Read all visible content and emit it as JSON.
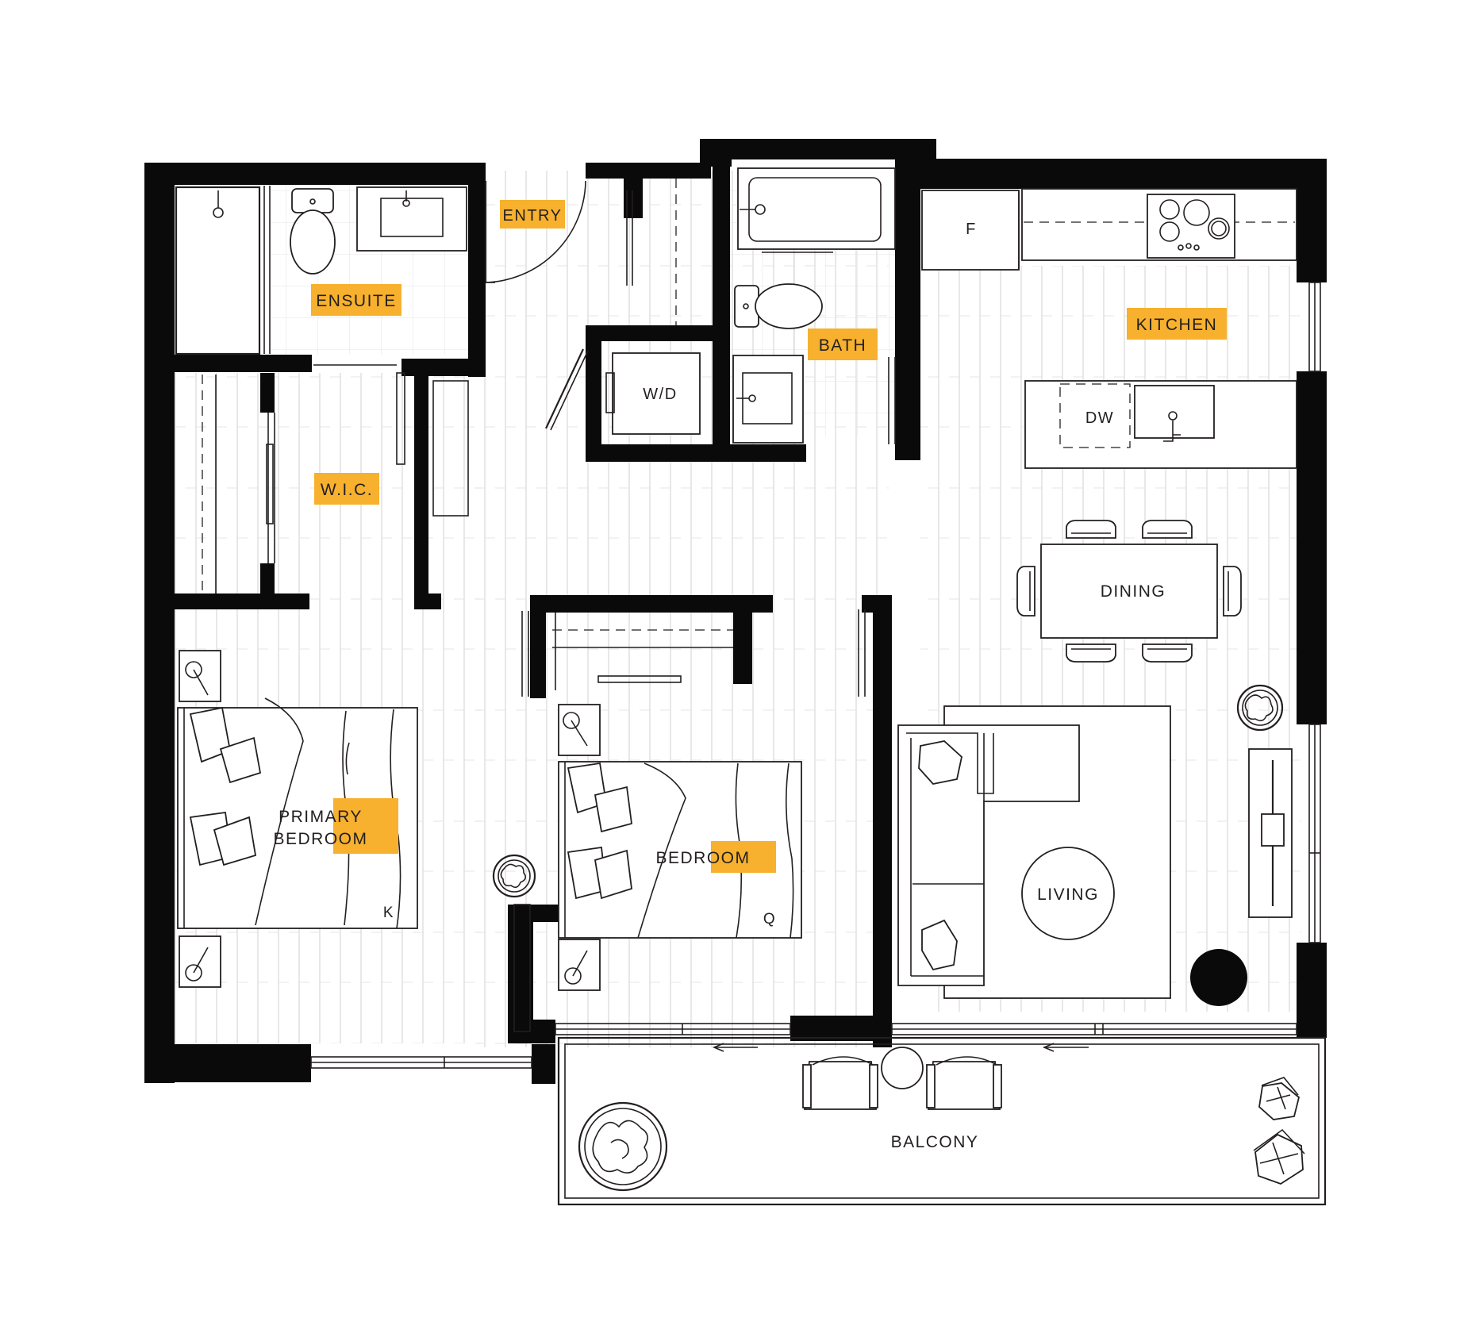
{
  "rooms": {
    "ensuite": "ENSUITE",
    "entry": "ENTRY",
    "bath": "BATH",
    "kitchen": "KITCHEN",
    "wd": "W/D",
    "wic": "W.I.C.",
    "dw": "DW",
    "fridge": "F",
    "dining": "DINING",
    "primary_line1": "PRIMARY",
    "primary_line2": "BEDROOM",
    "bedroom": "BEDROOM",
    "living": "LIVING",
    "balcony": "BALCONY",
    "bed_king": "K",
    "bed_queen": "Q"
  },
  "colors": {
    "highlight": "#f7b12e",
    "wall": "#0a0a0a",
    "line": "#231f20"
  }
}
